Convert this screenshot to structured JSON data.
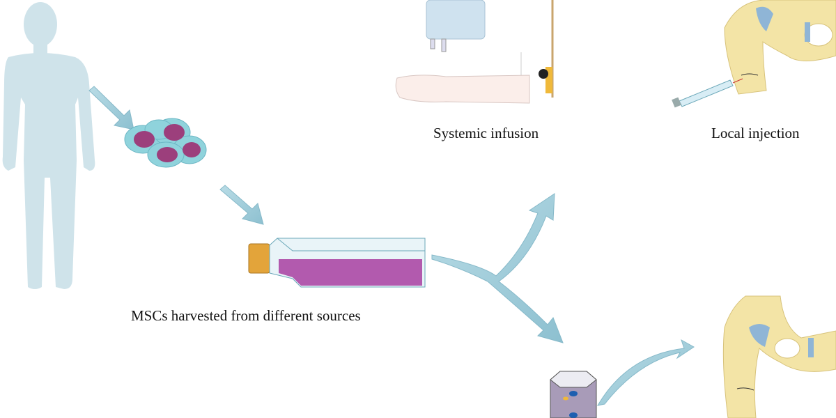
{
  "labels": {
    "harvest": "MSCs harvested from different sources",
    "systemic": "Systemic infusion",
    "local": "Local injection"
  },
  "colors": {
    "arrow": "#9fcbd8",
    "silhouette": "#cfe3ea",
    "cell_body": "#8fd3dc",
    "cell_nucleus": "#9c3f7c",
    "flask_medium": "#b25aae",
    "bone": "#f3e4a6",
    "cartilage": "#8fb5d6"
  }
}
